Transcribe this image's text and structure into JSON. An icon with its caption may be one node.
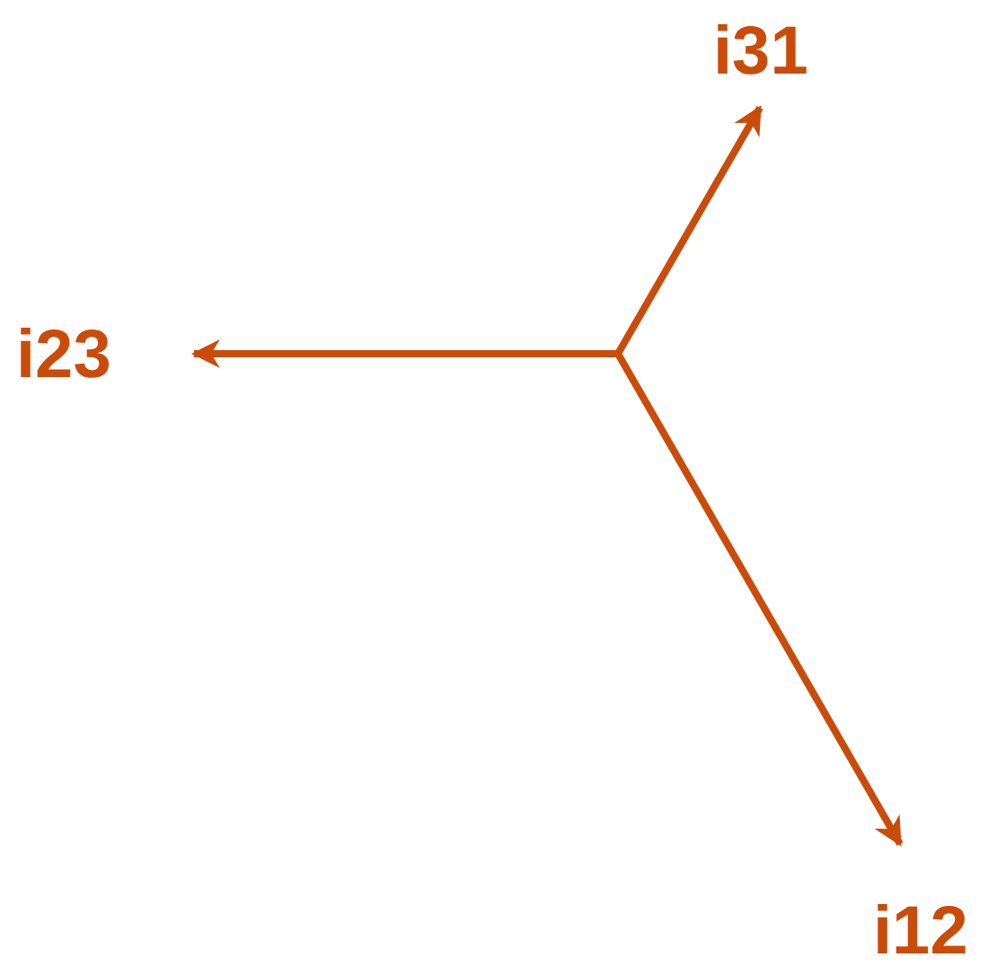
{
  "diagram": {
    "labels": [
      "i31",
      "i23",
      "i12"
    ]
  }
}
